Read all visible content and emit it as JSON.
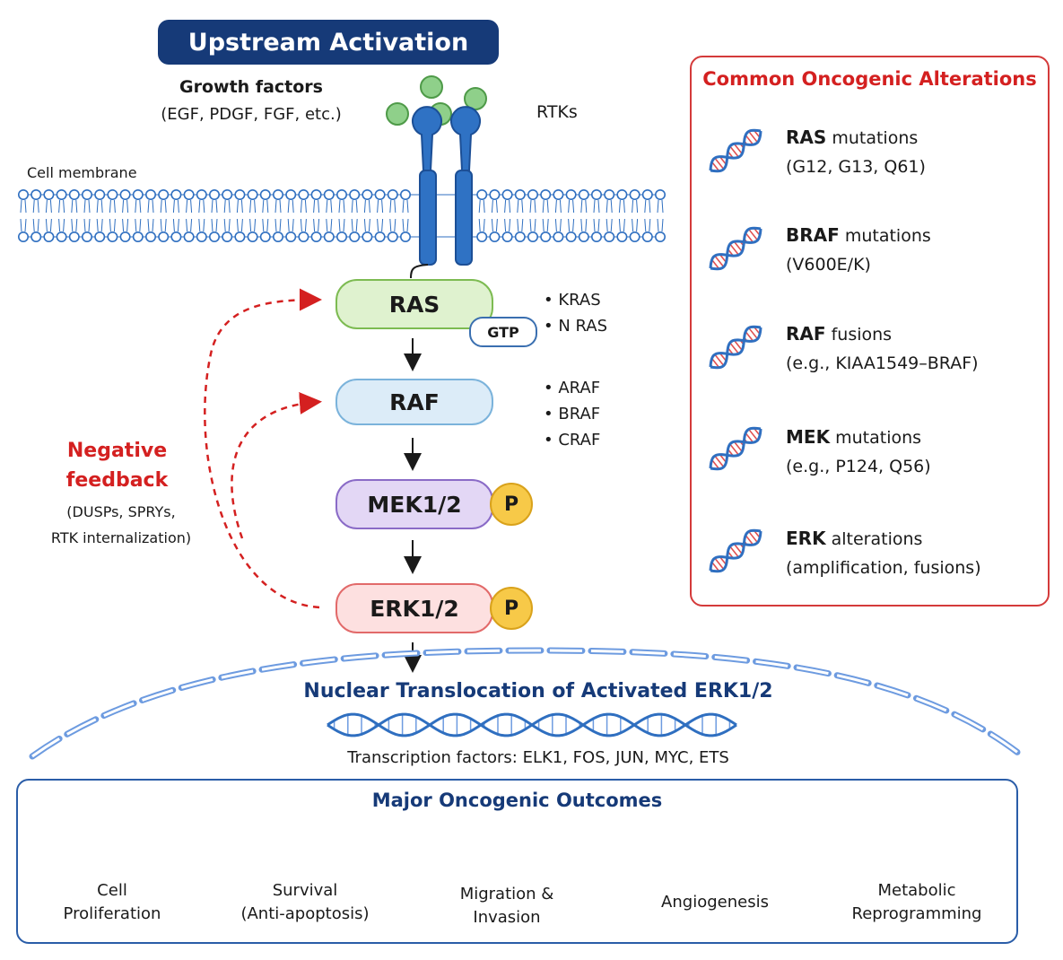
{
  "header": {
    "title": "Upstream Activation"
  },
  "growth_factors": {
    "title": "Growth factors",
    "examples": "(EGF, PDGF, FGF, etc.)"
  },
  "receptor_label": "RTKs",
  "membrane_label": "Cell membrane",
  "pathway": {
    "ras": "RAS",
    "gtp": "GTP",
    "ras_isoforms": [
      "• KRAS",
      "• N RAS"
    ],
    "raf": "RAF",
    "raf_isoforms": [
      "• ARAF",
      "• BRAF",
      "• CRAF"
    ],
    "mek": "MEK1/2",
    "erk": "ERK1/2",
    "phospho": "P"
  },
  "feedback": {
    "title_line1": "Negative",
    "title_line2": "feedback",
    "detail_line1": "(DUSPs, SPRYs,",
    "detail_line2": "RTK internalization)"
  },
  "alterations": {
    "title": "Common Oncogenic Alterations",
    "items": [
      {
        "gene": "RAS",
        "type": "mutations",
        "detail": "(G12, G13, Q61)"
      },
      {
        "gene": "BRAF",
        "type": "mutations",
        "detail": "(V600E/K)"
      },
      {
        "gene": "RAF",
        "type": "fusions",
        "detail": "(e.g., KIAA1549–BRAF)"
      },
      {
        "gene": "MEK",
        "type": "mutations",
        "detail": "(e.g., P124, Q56)"
      },
      {
        "gene": "ERK",
        "type": "alterations",
        "detail": "(amplification, fusions)"
      }
    ]
  },
  "nucleus": {
    "title": "Nuclear Translocation of Activated ERK1/2",
    "transcription": "Transcription factors: ELK1, FOS, JUN, MYC, ETS"
  },
  "outcomes": {
    "title": "Major Oncogenic Outcomes",
    "items": [
      {
        "line1": "Cell",
        "line2": "Proliferation",
        "icon": "cell-cluster-icon"
      },
      {
        "line1": "Survival",
        "line2": "(Anti-apoptosis)",
        "icon": "shield-check-icon"
      },
      {
        "line1": "Migration &",
        "line2": "Invasion",
        "icon": "migrating-cell-icon"
      },
      {
        "line1": "Angiogenesis",
        "line2": "",
        "icon": "blood-vessel-icon"
      },
      {
        "line1": "Metabolic",
        "line2": "Reprogramming",
        "icon": "mitochondrion-icon"
      }
    ]
  },
  "colors": {
    "navy": "#163a78",
    "red": "#d42020",
    "membrane": "#2f6fc0",
    "ligand": "#8fd08a"
  }
}
